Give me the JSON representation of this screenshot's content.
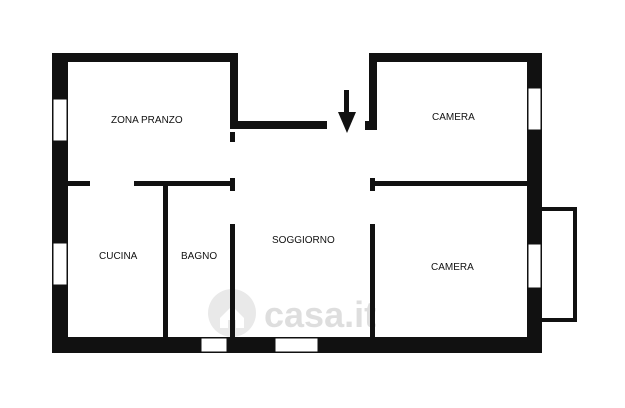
{
  "rooms": {
    "zona_pranzo": "ZONA PRANZO",
    "camera_top": "CAMERA",
    "cucina": "CUCINA",
    "bagno": "BAGNO",
    "soggiorno": "SOGGIORNO",
    "camera_bottom": "CAMERA"
  },
  "watermark": "casa.it",
  "colors": {
    "wall": "#111111",
    "background": "#ffffff",
    "window": "#ffffff",
    "watermark": "#d9d9d9"
  },
  "icons": {
    "entrance": "entrance-arrow-icon",
    "watermark_logo": "house-logo-icon"
  }
}
